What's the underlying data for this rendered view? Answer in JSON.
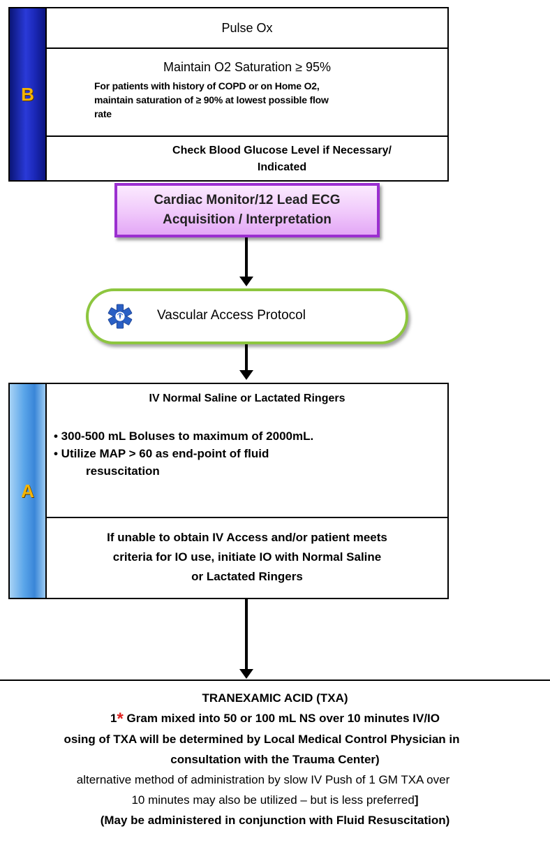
{
  "section_b": {
    "letter": "B",
    "pulse_ox": "Pulse Ox",
    "o2_main": "Maintain O2 Saturation ≥ 95%",
    "o2_note_1": "For patients with history of COPD or on Home O2,",
    "o2_note_2": "maintain saturation of ≥ 90% at lowest possible flow",
    "o2_note_3": "rate",
    "glucose_1": "Check Blood Glucose Level if Necessary/",
    "glucose_2": "Indicated"
  },
  "cardiac": {
    "line1": "Cardiac Monitor/12 Lead ECG",
    "line2": "Acquisition / Interpretation"
  },
  "vascular": {
    "icon": "star-of-life-icon",
    "label": "Vascular Access Protocol"
  },
  "section_a": {
    "letter": "A",
    "title": "IV Normal Saline or Lactated Ringers",
    "bullet1": "• 300-500 mL Boluses to maximum of 2000mL.",
    "bullet2": "• Utilize MAP > 60 as end-point of fluid",
    "bullet2_cont": "resuscitation",
    "io_1": "If unable to obtain IV Access and/or patient meets",
    "io_2": "criteria for IO use, initiate IO with Normal Saline",
    "io_3": "or Lactated Ringers"
  },
  "txa": {
    "title": "TRANEXAMIC ACID (TXA)",
    "dose_prefix": "1",
    "dose_star": "*",
    "dose_text": " Gram mixed into 50 or 100 mL NS over 10 minutes IV/IO",
    "dosing_1": "osing of TXA will be determined by Local Medical Control Physician in",
    "dosing_2": "consultation with the Trauma Center)",
    "alt_1": "alternative method of administration by slow IV Push of 1 GM TXA over",
    "alt_2a": "10 minutes may also be utilized – but is less preferred",
    "alt_2b": "]",
    "conjunction": "(May be administered in conjunction with Fluid Resuscitation)"
  },
  "colors": {
    "b_bar": "#1b28b8",
    "letter": "#f5b400",
    "cardiac_border": "#9b2fd0",
    "vascular_border": "#8dc63f",
    "a_bar": "#5aa5e9",
    "star": "#e0201e",
    "star_of_life": "#2a5fc4"
  }
}
